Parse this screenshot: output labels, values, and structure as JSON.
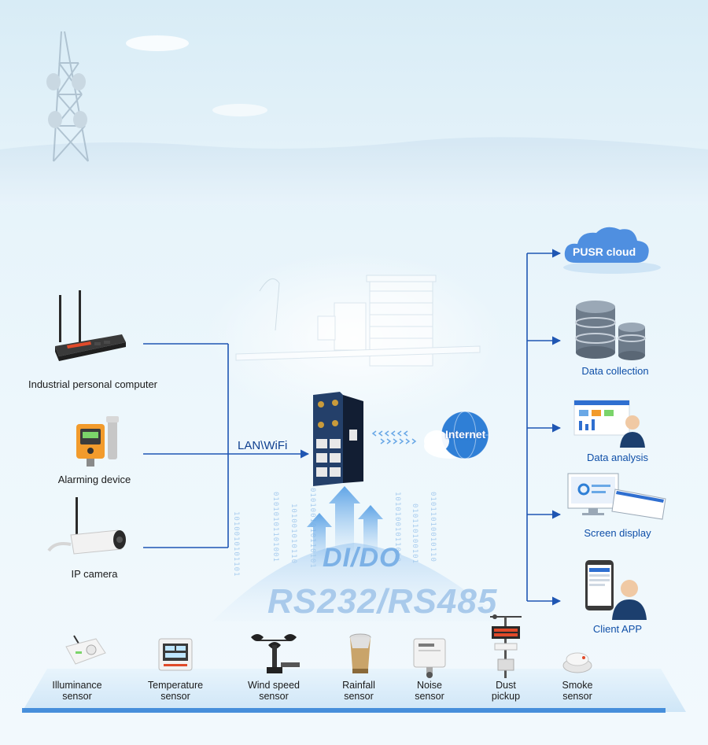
{
  "devices_left": [
    {
      "label": "Industrial personal computer",
      "icon": "industrial-router-icon"
    },
    {
      "label": "Alarming device",
      "icon": "gas-alarm-icon"
    },
    {
      "label": "IP camera",
      "icon": "ip-camera-icon"
    }
  ],
  "link_label": "LAN\\WiFi",
  "internet_label": "Internet",
  "cloud_label": "PUSR cloud",
  "services_right": [
    {
      "label": "Data collection",
      "icon": "database-icon"
    },
    {
      "label": "Data analysis",
      "icon": "analytics-user-icon"
    },
    {
      "label": "Screen display",
      "icon": "monitor-dashboard-icon"
    },
    {
      "label": "Client APP",
      "icon": "mobile-app-user-icon"
    }
  ],
  "protocol_labels": {
    "top": "DI/DO",
    "bottom": "RS232/RS485"
  },
  "sensors": [
    {
      "line1": "Illuminance",
      "line2": "sensor",
      "icon": "illuminance-sensor-icon"
    },
    {
      "line1": "Temperature",
      "line2": "sensor",
      "icon": "temperature-sensor-icon"
    },
    {
      "line1": "Wind speed",
      "line2": "sensor",
      "icon": "anemometer-icon"
    },
    {
      "line1": "Rainfall",
      "line2": "sensor",
      "icon": "rain-gauge-icon"
    },
    {
      "line1": "Noise",
      "line2": "sensor",
      "icon": "noise-sensor-icon"
    },
    {
      "line1": "Dust",
      "line2": "pickup",
      "icon": "dust-monitor-icon"
    },
    {
      "line1": "Smoke",
      "line2": "sensor",
      "icon": "smoke-detector-icon"
    }
  ],
  "colors": {
    "wire": "#1f56b3",
    "accent_blue": "#0f4fa8",
    "cloud": "#4f8fe0",
    "internet_globe": "#2f7fd6"
  }
}
